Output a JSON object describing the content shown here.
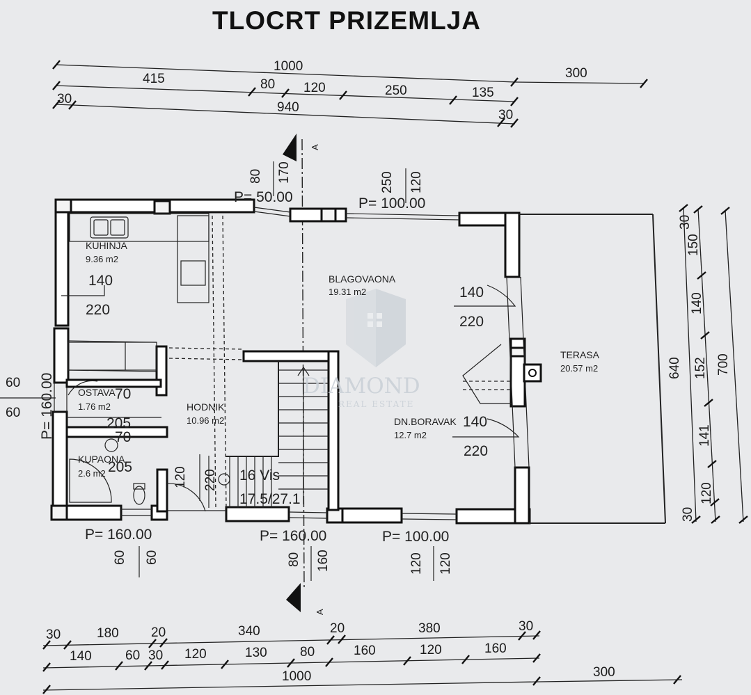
{
  "title": "TLOCRT PRIZEMLJA",
  "rooms": {
    "kuhinja": {
      "name": "KUHINJA",
      "area": "9.36 m2"
    },
    "blagovaona": {
      "name": "BLAGOVAONA",
      "area": "19.31 m2"
    },
    "ostava": {
      "name": "OSTAVA",
      "area": "1.76 m2"
    },
    "hodnik": {
      "name": "HODNIK",
      "area": "10.96 m2"
    },
    "kupaona": {
      "name": "KUPAONA",
      "area": "2.6 m2"
    },
    "boravak": {
      "name": "DN.BORAVAK",
      "area": "12.7 m2"
    },
    "terasa": {
      "name": "TERASA",
      "area": "20.57 m2"
    }
  },
  "stairs": {
    "line1": "16 Vis",
    "line2": "17.5/27.1"
  },
  "section_label": "A",
  "top_dims": {
    "row1": [
      "1000",
      "300"
    ],
    "row2": [
      "415",
      "80",
      "120",
      "250",
      "135"
    ],
    "row3": [
      "30",
      "940",
      "30"
    ]
  },
  "bottom_dims": {
    "row1": [
      "30",
      "180",
      "20",
      "340",
      "20",
      "380",
      "30"
    ],
    "row2": [
      "140",
      "60",
      "30",
      "120",
      "130",
      "80",
      "160",
      "120",
      "160"
    ],
    "row3": [
      "1000",
      "300"
    ]
  },
  "right_dims": {
    "inner": [
      "30",
      "150",
      "140",
      "152",
      "141",
      "120",
      "30"
    ],
    "mid": "640",
    "outer": "700"
  },
  "left_dims": {
    "a": "60",
    "b": "60",
    "parapet": "P= 160.00"
  },
  "openings": {
    "top_w1": {
      "p": "P= 50.00",
      "w": "80",
      "h": "170"
    },
    "top_w2": {
      "p": "P= 100.00",
      "w": "250",
      "h": "120"
    },
    "bot_w1": {
      "p": "P= 160.00",
      "w": "60",
      "h": "60"
    },
    "bot_w2": {
      "p": "P= 160.00",
      "w": "80",
      "h": "160"
    },
    "bot_w3": {
      "p": "P= 100.00",
      "w": "120",
      "h": "120"
    }
  },
  "doors": {
    "kuhinja": {
      "w": "140",
      "h": "220"
    },
    "blagovaona": {
      "w": "140",
      "h": "220"
    },
    "ostava": {
      "w": "70",
      "h": "205"
    },
    "kupaona": {
      "w": "70",
      "h": "205"
    },
    "boravak": {
      "w": "140",
      "h": "220"
    },
    "ulaz": {
      "w": "120",
      "h": "220"
    }
  },
  "watermark": {
    "brand": "DIAMOND",
    "sub": "REAL ESTATE"
  }
}
